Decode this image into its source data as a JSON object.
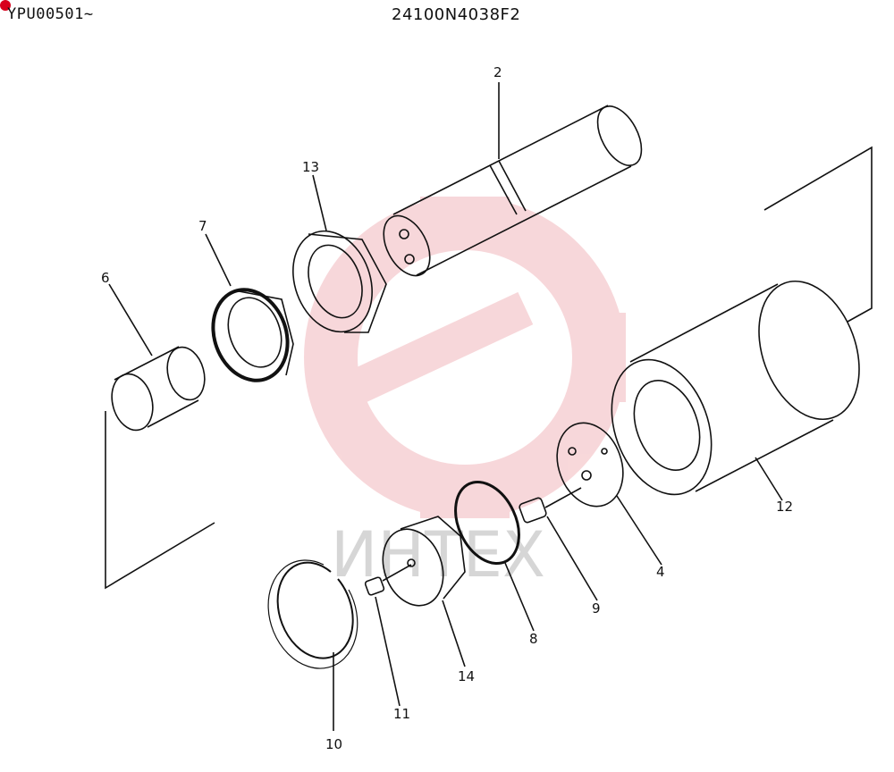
{
  "header": {
    "serial": "YPU00501~",
    "part_number": "24100N4038F2"
  },
  "watermark": {
    "text": "ИНТЕХ",
    "color": "#f2b8bc",
    "text_color": "#d6d6d6"
  },
  "colors": {
    "badge": "#d8001c",
    "line": "#111111"
  },
  "callouts": [
    {
      "id": "2",
      "label": "2"
    },
    {
      "id": "13",
      "label": "13"
    },
    {
      "id": "7",
      "label": "7"
    },
    {
      "id": "6",
      "label": "6"
    },
    {
      "id": "12",
      "label": "12"
    },
    {
      "id": "4",
      "label": "4"
    },
    {
      "id": "9",
      "label": "9"
    },
    {
      "id": "8",
      "label": "8"
    },
    {
      "id": "14",
      "label": "14"
    },
    {
      "id": "11",
      "label": "11"
    },
    {
      "id": "10",
      "label": "10"
    }
  ]
}
